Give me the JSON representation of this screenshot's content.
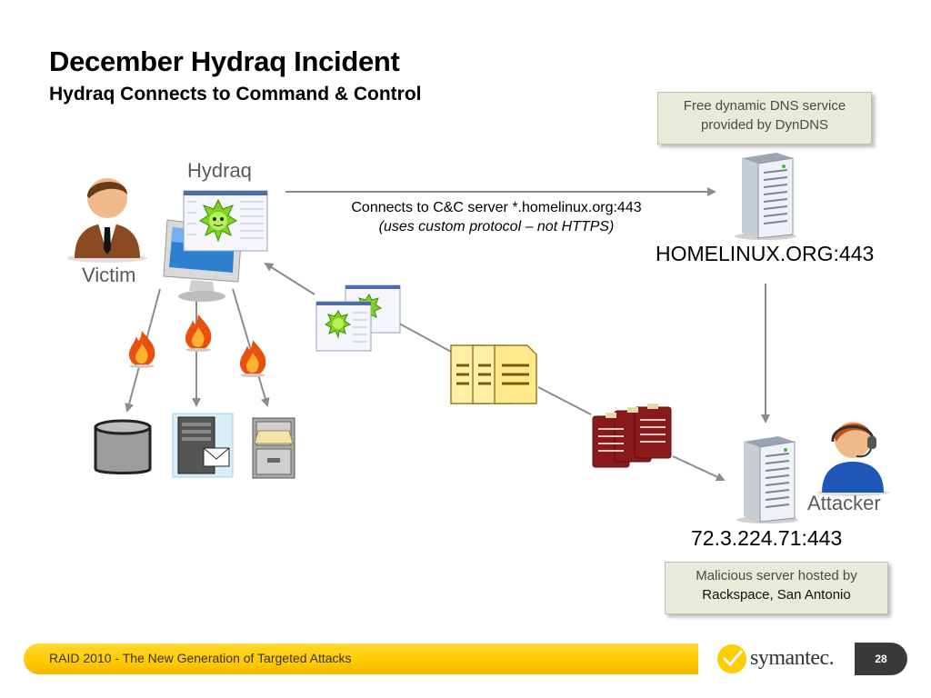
{
  "slide": {
    "title": "December Hydraq Incident",
    "subtitle": "Hydraq Connects to Command & Control"
  },
  "callouts": {
    "dns_line1": "Free dynamic DNS service",
    "dns_line2": "provided by DynDNS",
    "host_line1": "Malicious server hosted by",
    "host_line2": "Rackspace, San Antonio"
  },
  "labels": {
    "hydraq": "Hydraq",
    "victim": "Victim",
    "attacker": "Attacker",
    "homelinux": "HOMELINUX.ORG:443",
    "attacker_ip": "72.3.224.71:443",
    "connection": "Connects to C&C server *.homelinux.org:443",
    "connection_note": "(uses custom protocol – not HTTPS)"
  },
  "footer": {
    "text": "RAID 2010 - The New Generation of Targeted Attacks",
    "brand": "symantec.",
    "page_number": "28"
  },
  "colors": {
    "accent_yellow": "#ffcc00",
    "callout_bg": "#e6ebda",
    "arrow": "#8c8c8c",
    "dark_red_docs": "#8b1a1a"
  },
  "icons": [
    "person-icon",
    "monitor-icon",
    "malware-screenshot-icon",
    "flame-icon",
    "database-icon",
    "mail-server-icon",
    "file-cabinet-icon",
    "server-icon",
    "document-icon",
    "clipboard-icon",
    "attacker-headset-icon",
    "symantec-logo-icon"
  ]
}
